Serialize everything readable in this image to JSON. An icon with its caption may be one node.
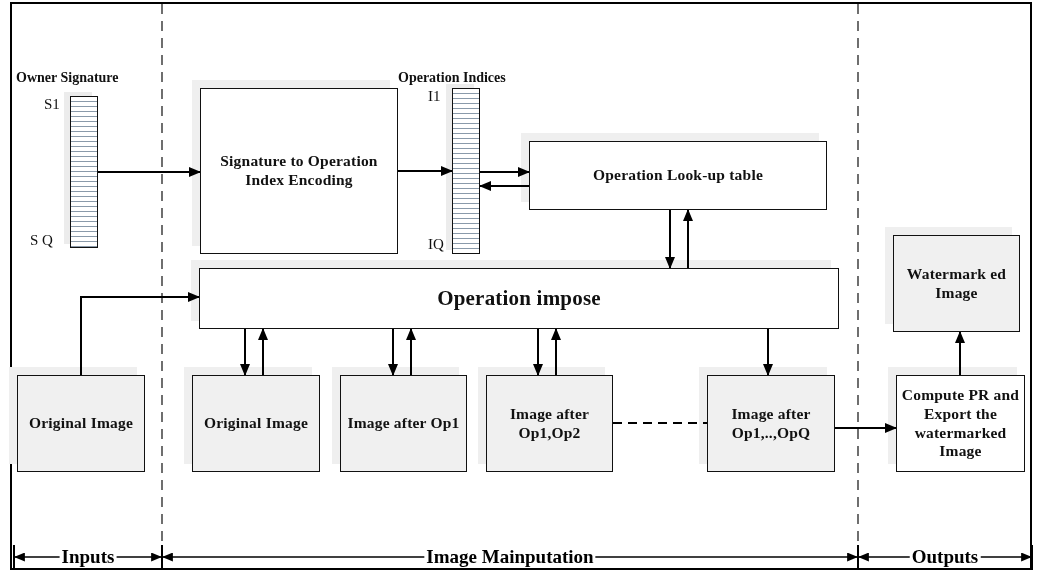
{
  "diagram": {
    "nodes": [
      {
        "text": [
          "Owner Signature"
        ],
        "beside": [
          "S1",
          "S Q"
        ]
      },
      {
        "text": [
          "Signature to Operation Index Encoding"
        ]
      },
      {
        "text": [
          "Operation Indices"
        ],
        "beside": [
          "I1",
          "IQ"
        ]
      },
      {
        "text": [
          "Operation Look-up table"
        ]
      },
      {
        "text": [
          "Operation impose"
        ]
      },
      {
        "text": [
          "Original Image"
        ]
      },
      {
        "text": [
          "Original Image"
        ]
      },
      {
        "text": [
          "Image after Op1"
        ]
      },
      {
        "text": [
          "Image after Op1,Op2"
        ]
      },
      {
        "text": [
          "Image after Op1,..,OpQ"
        ]
      },
      {
        "text": [
          "Compute PR and Export the watermarked Image"
        ]
      },
      {
        "text": [
          "Watermark ed Image"
        ]
      }
    ],
    "edges": [
      {
        "from": 0,
        "to": 1,
        "arrow": "to"
      },
      {
        "from": 1,
        "to": 2,
        "arrow": "to"
      },
      {
        "from": 2,
        "to": 3,
        "arrow": "to"
      },
      {
        "from": 3,
        "to": 2,
        "arrow": "to"
      },
      {
        "from": 3,
        "to": 4,
        "arrow": "to"
      },
      {
        "from": 4,
        "to": 3,
        "arrow": "to"
      },
      {
        "from": 5,
        "to": 4,
        "arrow": "to"
      },
      {
        "from": 4,
        "to": 6,
        "arrow": "to"
      },
      {
        "from": 6,
        "to": 4,
        "arrow": "to"
      },
      {
        "from": 4,
        "to": 7,
        "arrow": "to"
      },
      {
        "from": 7,
        "to": 4,
        "arrow": "to"
      },
      {
        "from": 4,
        "to": 8,
        "arrow": "to"
      },
      {
        "from": 8,
        "to": 4,
        "arrow": "to"
      },
      {
        "from": 4,
        "to": 9,
        "arrow": "to"
      },
      {
        "from": 8,
        "to": 9,
        "arrow": "none",
        "style": "dashed"
      },
      {
        "from": 9,
        "to": 10,
        "arrow": "to"
      },
      {
        "from": 10,
        "to": 11,
        "arrow": "to"
      }
    ],
    "labels": [
      "Inputs",
      "Image Mainputation",
      "Outputs"
    ]
  }
}
